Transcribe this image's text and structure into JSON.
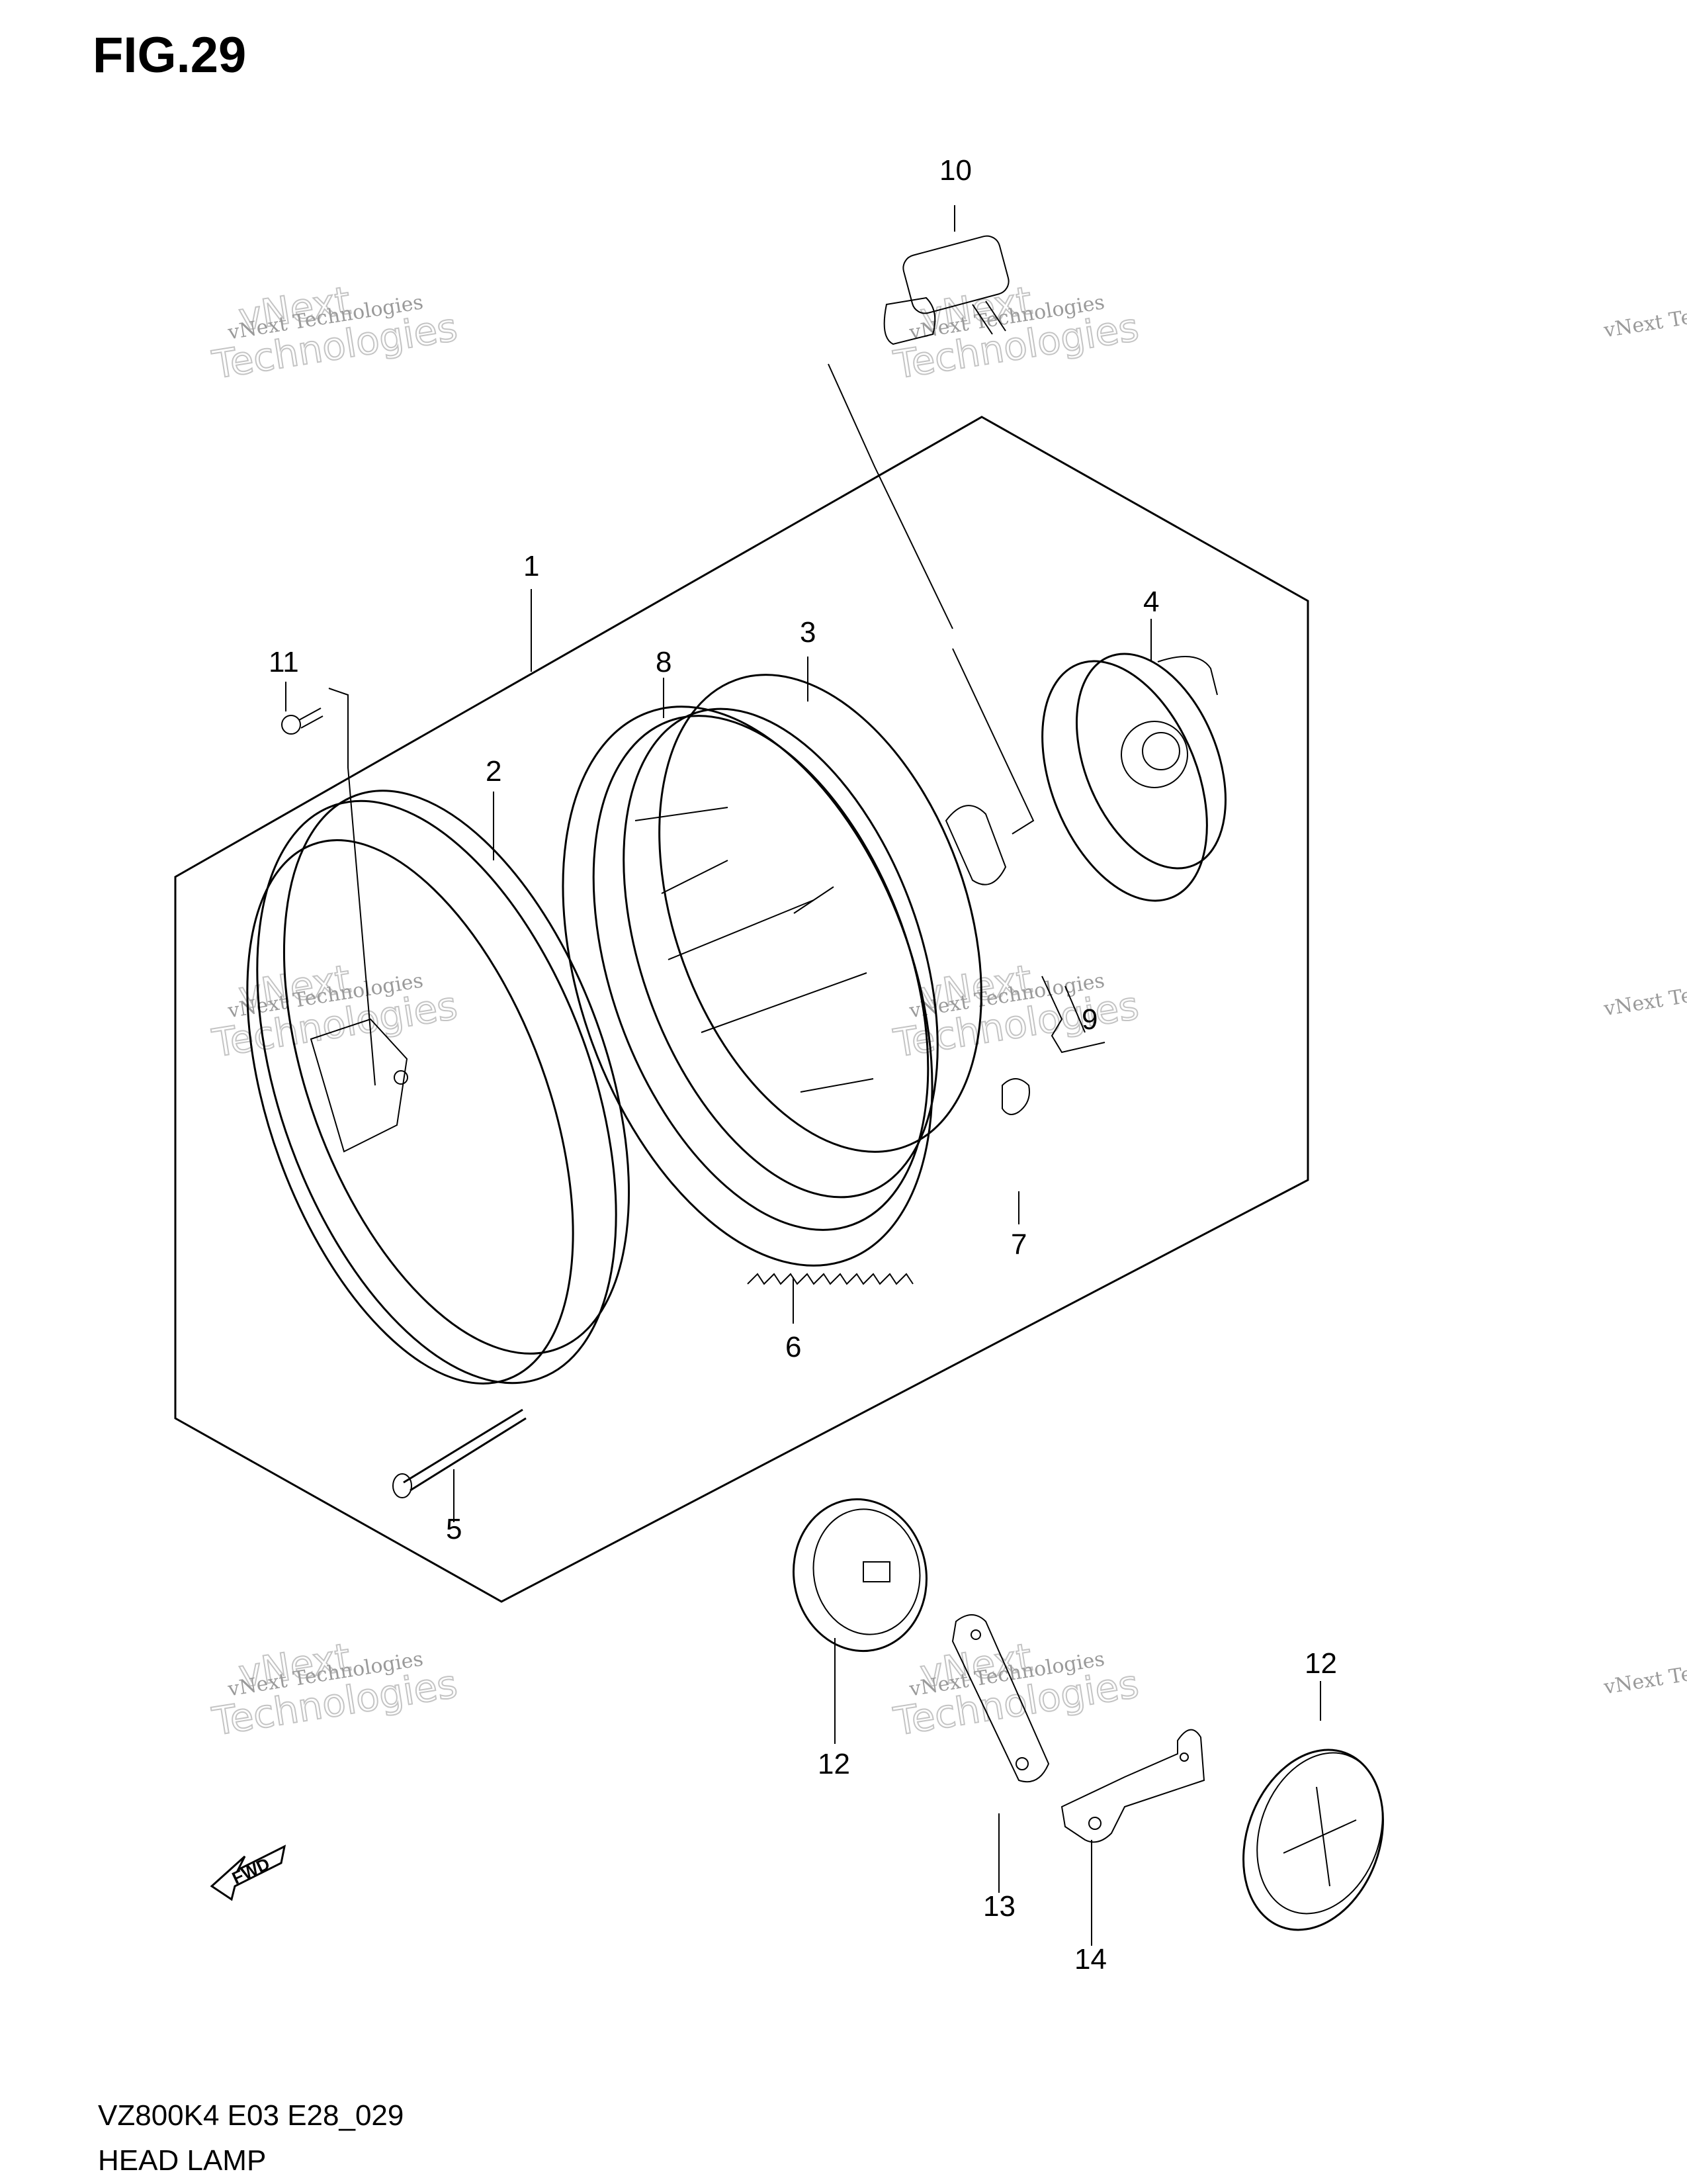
{
  "figure": {
    "title": "FIG.29",
    "model_code": "VZ800K4 E03 E28_029",
    "name": "HEAD LAMP"
  },
  "callouts": [
    "1",
    "2",
    "3",
    "4",
    "5",
    "6",
    "7",
    "8",
    "9",
    "10",
    "11",
    "12",
    "12",
    "13",
    "14"
  ],
  "direction_badge": "FWD",
  "watermark": {
    "line1": "vNext Technologies",
    "line2": "Technologies",
    "line3": "vNext"
  }
}
